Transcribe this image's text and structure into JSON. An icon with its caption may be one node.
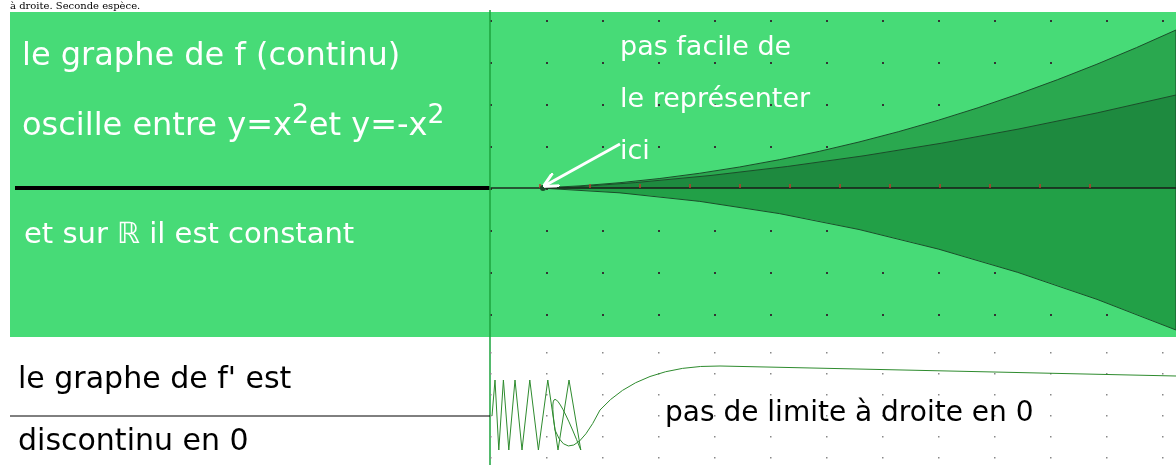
{
  "diagram": {
    "nodes": [
      {
        "text": [
          "pas facile de le représenter ici"
        ]
      },
      {
        "text": [],
        "shape": "point"
      }
    ],
    "edges": [
      {
        "from": 0,
        "to": 1,
        "arrow": "to"
      }
    ],
    "labels": [
      "à droite. Seconde espèce.",
      "le graphe de f (continu) oscille entre y=x$^{2}$et y=-x$^{2}$",
      "et sur ℝ il est constant",
      "le graphe de f' est discontinu en 0",
      "pas de limite à droite en 0"
    ]
  }
}
